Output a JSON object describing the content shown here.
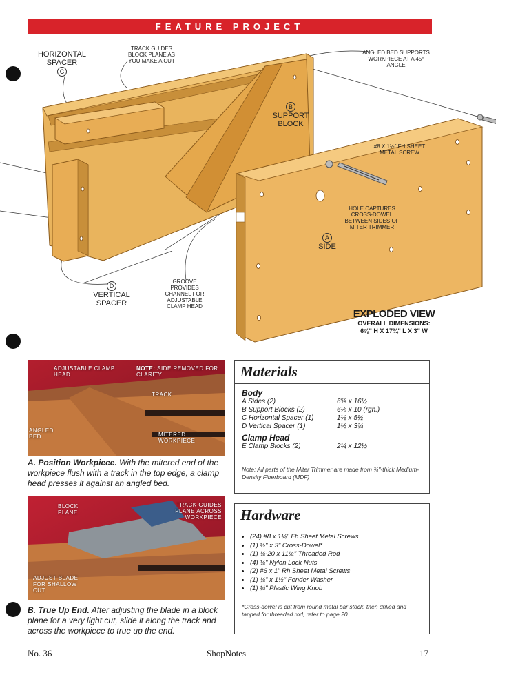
{
  "banner": "FEATURE PROJECT",
  "diagram": {
    "callouts": {
      "horizontal_spacer": "HORIZONTAL SPACER",
      "horizontal_spacer_letter": "C",
      "track_guides": "TRACK GUIDES BLOCK PLANE AS YOU MAKE A CUT",
      "angled_bed": "ANGLED BED SUPPORTS WORKPIECE AT A 45° ANGLE",
      "support_block_letter": "B",
      "support_block": "SUPPORT BLOCK",
      "screw": "#8 x 1¼\" Fh SHEET METAL SCREW",
      "hole": "HOLE CAPTURES CROSS-DOWEL BETWEEN SIDES OF MITER TRIMMER",
      "side_letter": "A",
      "side": "SIDE",
      "vertical_spacer_letter": "D",
      "vertical_spacer": "VERTICAL SPACER",
      "groove": "GROOVE PROVIDES CHANNEL FOR ADJUSTABLE CLAMP HEAD"
    },
    "exploded_title": "EXPLODED VIEW",
    "overall_label": "OVERALL DIMENSIONS:",
    "overall_dims": "6⅝\" H x 17¾\" L x 3\" W"
  },
  "photo_a": {
    "labels": {
      "clamp_head": "ADJUSTABLE CLAMP HEAD",
      "note_prefix": "NOTE:",
      "note": "SIDE REMOVED FOR CLARITY",
      "track": "TRACK",
      "angled_bed": "ANGLED BED",
      "mitered": "MITERED WORKPIECE"
    },
    "caption_title": "A. Position Workpiece.",
    "caption_text": "With the mitered end of the workpiece flush with a track in the top edge, a clamp head presses it against an angled bed."
  },
  "photo_b": {
    "labels": {
      "block_plane": "BLOCK PLANE",
      "track_guides": "TRACK GUIDES PLANE ACROSS WORKPIECE",
      "adjust": "ADJUST BLADE FOR SHALLOW CUT"
    },
    "caption_title": "B. True Up End.",
    "caption_text": "After adjusting the blade in a block plane for a very light cut, slide it along the track and across the workpiece to true up the end."
  },
  "materials": {
    "title": "Materials",
    "body_heading": "Body",
    "body_items": [
      {
        "name": "A  Sides (2)",
        "dim": "6⅝ x 16½"
      },
      {
        "name": "B  Support Blocks (2)",
        "dim": "6⅛ x 10 (rgh.)"
      },
      {
        "name": "C  Horizontal Spacer (1)",
        "dim": "1½ x 5½"
      },
      {
        "name": "D  Vertical Spacer (1)",
        "dim": "1½ x 3¾"
      }
    ],
    "clamp_heading": "Clamp Head",
    "clamp_items": [
      {
        "name": "E  Clamp Blocks (2)",
        "dim": "2¼ x 12½"
      }
    ],
    "note": "Note: All parts of the Miter Trimmer are made from ¾\"-thick Medium-Density Fiberboard (MDF)"
  },
  "hardware": {
    "title": "Hardware",
    "items": [
      "(24) #8 x 1¼\" Fh Sheet Metal Screws",
      "(1) ½\" x 3\" Cross-Dowel*",
      "(1) ¼-20 x 11¼\" Threaded Rod",
      "(4) ¼\" Nylon Lock Nuts",
      "(2) #6 x 1\" Rh Sheet Metal Screws",
      "(1) ¼\" x 1½\" Fender Washer",
      "(1) ¼\" Plastic Wing Knob"
    ],
    "note": "*Cross-dowel is cut from round metal bar stock, then drilled and tapped for threaded rod, refer to page 20."
  },
  "footer": {
    "left": "No. 36",
    "center": "ShopNotes",
    "right": "17"
  },
  "colors": {
    "banner": "#d8232a",
    "mdf": "#e9b45d",
    "mdf_dark": "#c88f3a"
  }
}
